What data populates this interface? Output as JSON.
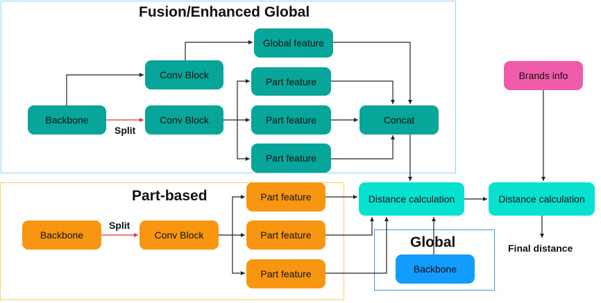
{
  "groups": {
    "fusion": {
      "title": "Fusion/Enhanced Global",
      "border_color": "#8fd3f2"
    },
    "part_based": {
      "title": "Part-based",
      "border_color": "#f7cf5c"
    },
    "global": {
      "title": "Global",
      "border_color": "#3d9bd6"
    }
  },
  "colors": {
    "teal": "#08a59a",
    "orange": "#f99611",
    "cyan": "#06e2cf",
    "pink": "#ef5ca9",
    "blue": "#129cfe",
    "split_arrow": "#e8322e"
  },
  "fusion_nodes": {
    "backbone": "Backbone",
    "conv_block_top": "Conv Block",
    "conv_block_bottom": "Conv Block",
    "global_feature": "Global feature",
    "part_feature_1": "Part feature",
    "part_feature_2": "Part feature",
    "part_feature_3": "Part feature",
    "concat": "Concat",
    "split_label": "Split"
  },
  "part_nodes": {
    "backbone": "Backbone",
    "conv_block": "Conv Block",
    "part_feature_1": "Part feature",
    "part_feature_2": "Part feature",
    "part_feature_3": "Part feature",
    "split_label": "Split"
  },
  "global_nodes": {
    "backbone": "Backbone"
  },
  "distance_1": "Distance calculation",
  "distance_2": "Distance calculation",
  "brands_info": "Brands info",
  "final_distance": "Final distance"
}
